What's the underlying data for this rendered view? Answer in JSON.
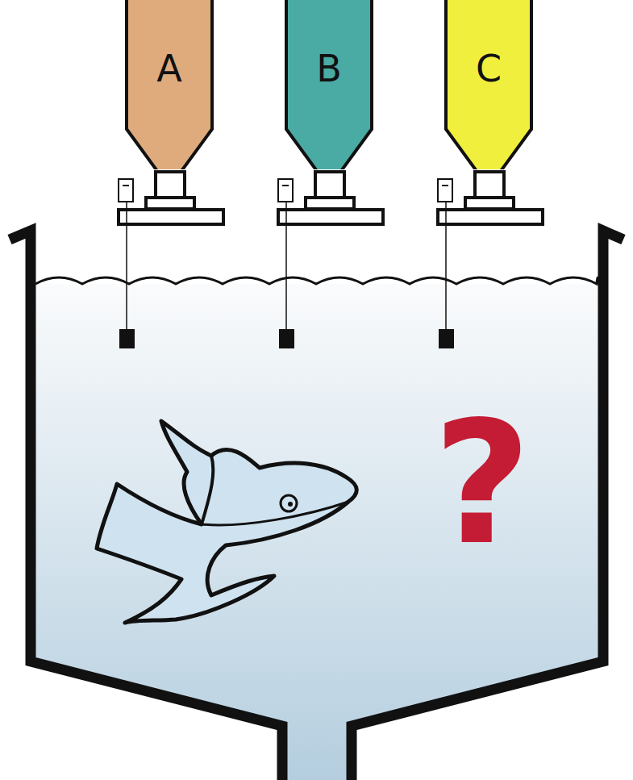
{
  "diagram": {
    "nodes": [
      {
        "text": [
          "A"
        ]
      },
      {
        "text": [
          "B"
        ]
      },
      {
        "text": [
          "C"
        ]
      }
    ],
    "labels": [
      "?"
    ]
  }
}
